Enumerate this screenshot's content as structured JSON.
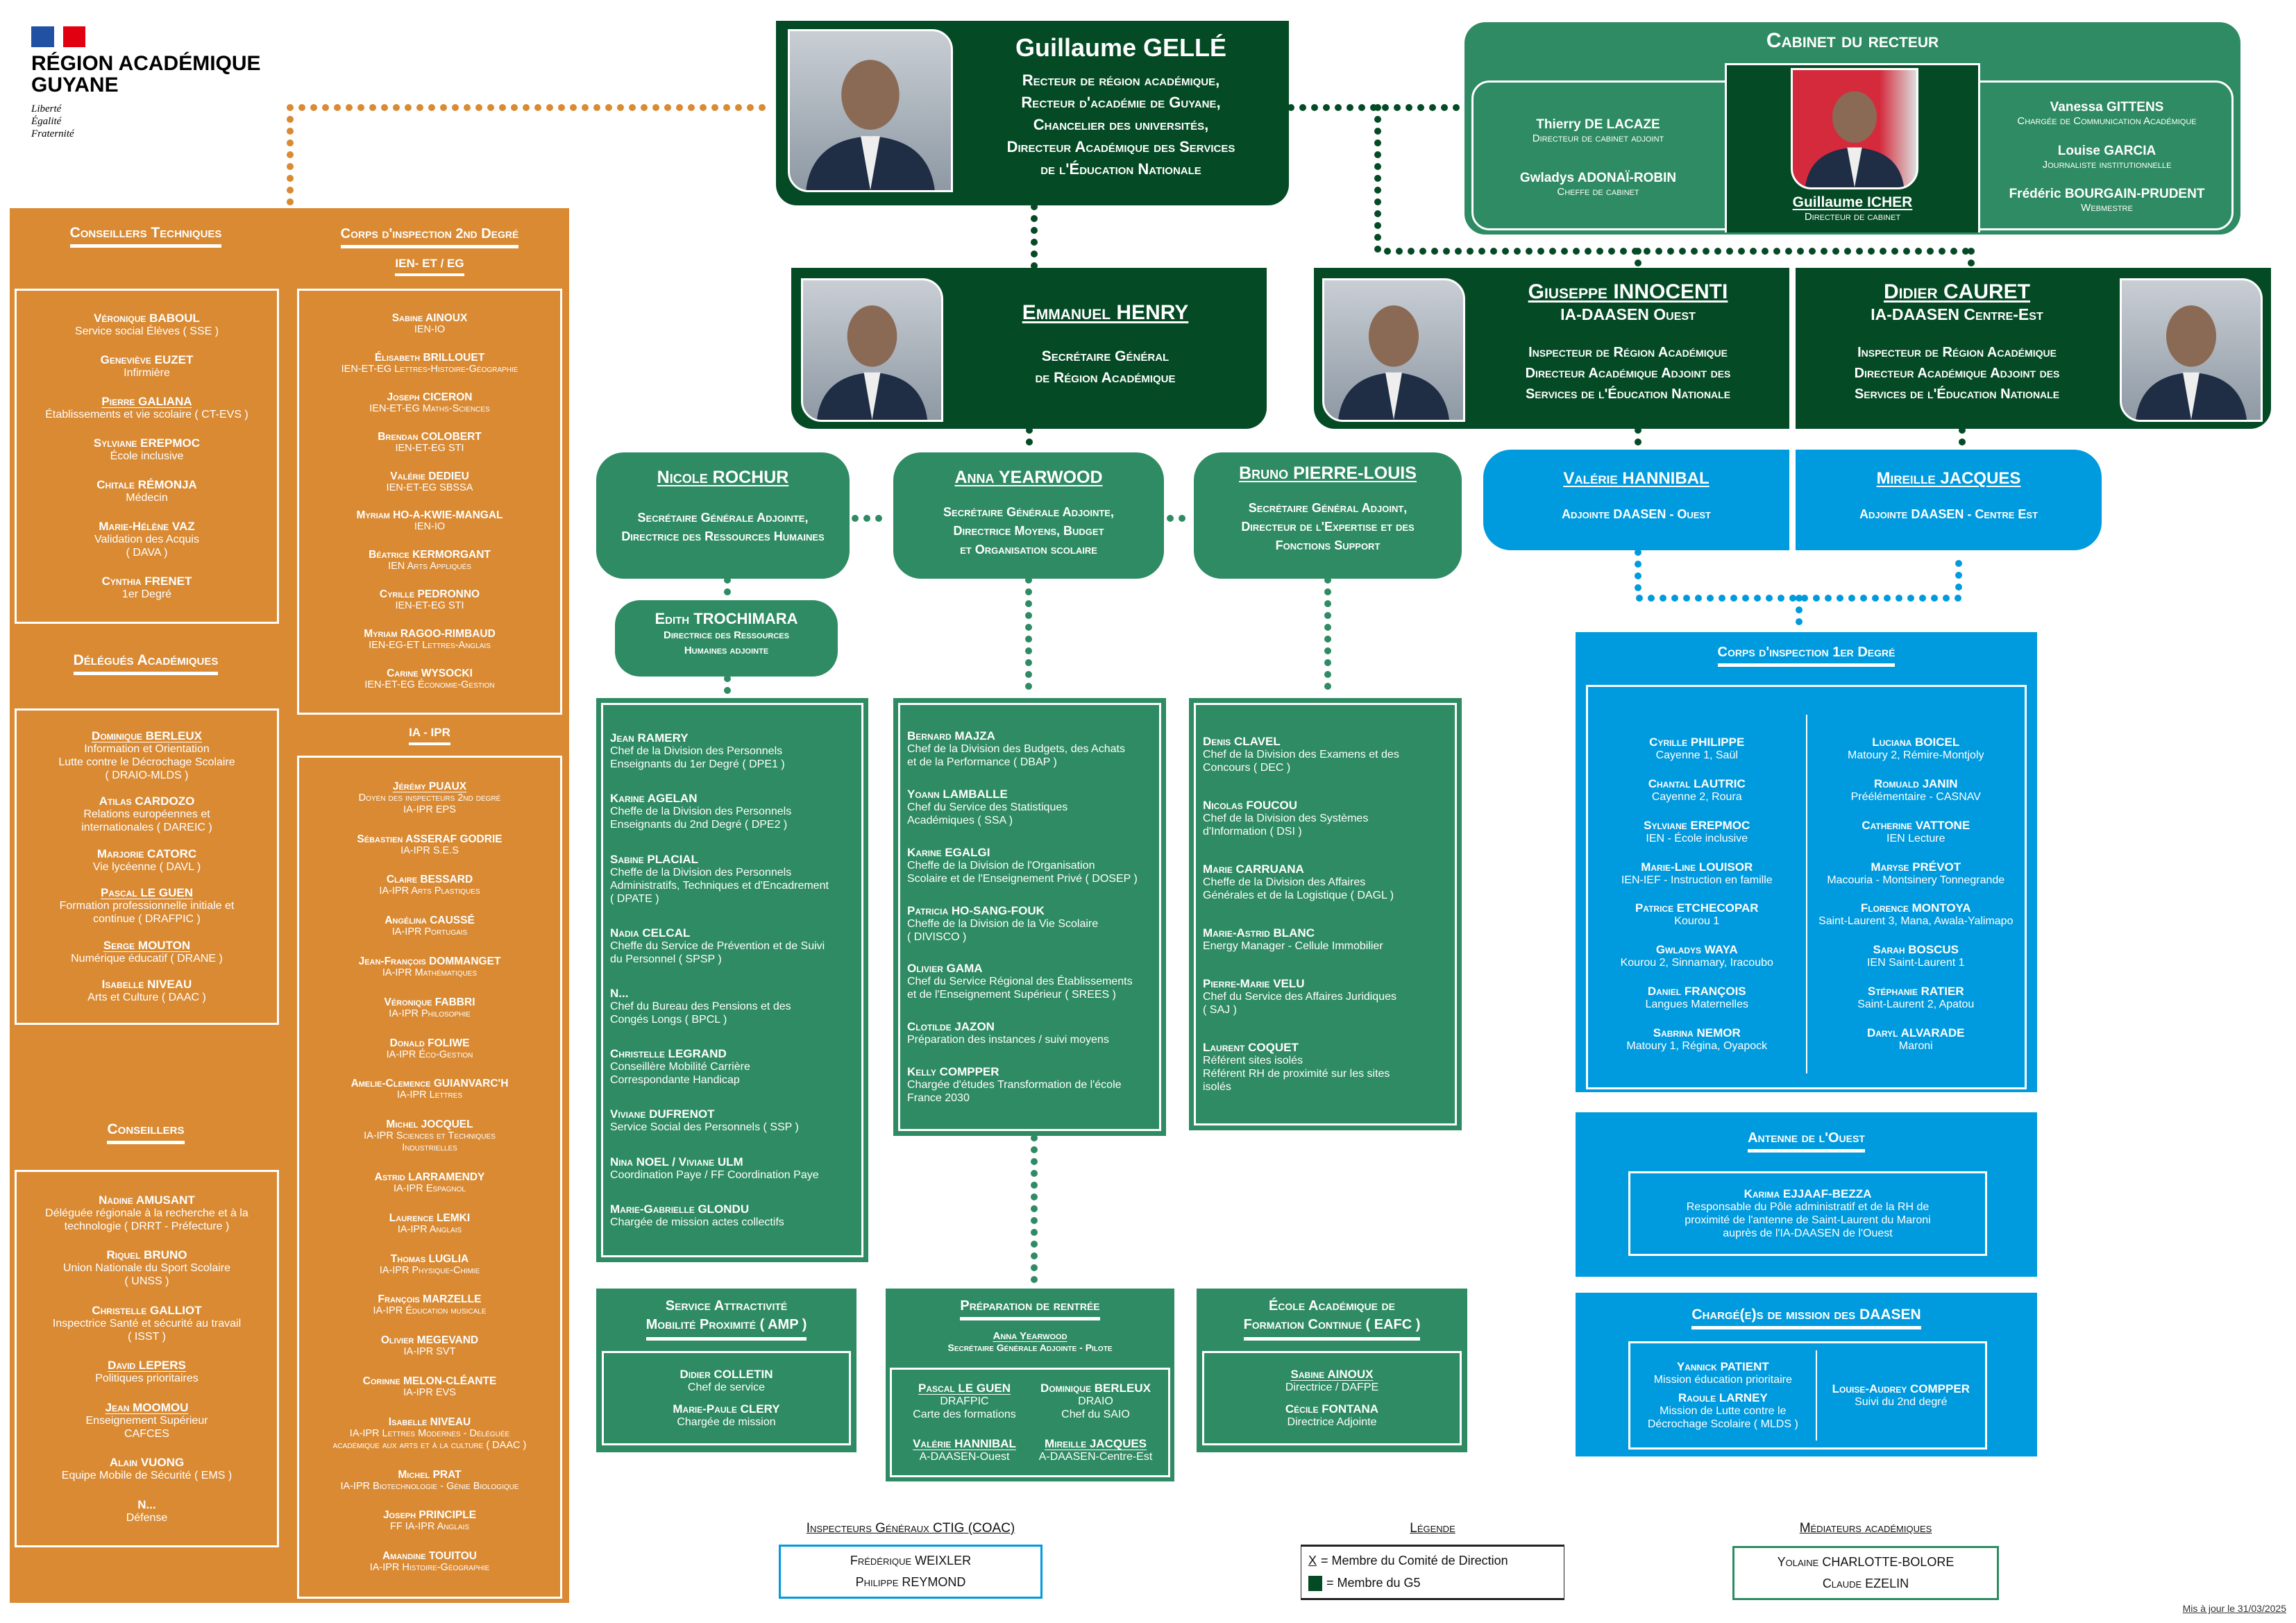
{
  "logo": {
    "line1": "RÉGION ACADÉMIQUE",
    "line2": "GUYANE",
    "motto": [
      "Liberté",
      "Égalité",
      "Fraternité"
    ]
  },
  "colors": {
    "orange": "#D98A33",
    "green": "#2E8B63",
    "dark_green": "#044A25",
    "blue": "#009ADE"
  },
  "recteur": {
    "name": "Guillaume GELLÉ",
    "titles": [
      "Recteur de région académique,",
      "Recteur d'académie de Guyane,",
      "Chancelier des universités,",
      "Directeur Académique des Services",
      "de l'Éducation Nationale"
    ]
  },
  "cabinet": {
    "title": "Cabinet du recteur",
    "left": [
      {
        "name": "Thierry DE LACAZE",
        "role": "Directeur de cabinet adjoint"
      },
      {
        "name": "Gwladys ADONAÏ-ROBIN",
        "role": "Cheffe de cabinet"
      }
    ],
    "center": {
      "name": "Guillaume ICHER",
      "role": "Directeur de cabinet"
    },
    "right": [
      {
        "name": "Vanessa GITTENS",
        "role": "Chargée de Communication Académique"
      },
      {
        "name": "Louise GARCIA",
        "role": "Journaliste institutionnelle"
      },
      {
        "name": "Frédéric BOURGAIN-PRUDENT",
        "role": "Webmestre"
      }
    ]
  },
  "sg": {
    "name": "Emmanuel HENRY",
    "titles": [
      "Secrétaire Général",
      "de Région Académique"
    ]
  },
  "daasen": [
    {
      "name": "Giuseppe INNOCENTI",
      "sub": "IA-DAASEN Ouest",
      "titles": [
        "Inspecteur de Région Académique",
        "Directeur Académique Adjoint des",
        "Services de l'Éducation Nationale"
      ]
    },
    {
      "name": "Didier CAURET",
      "sub": "IA-DAASEN Centre-Est",
      "titles": [
        "Inspecteur de Région Académique",
        "Directeur Académique Adjoint des",
        "Services de l'Éducation Nationale"
      ]
    }
  ],
  "sga": [
    {
      "name": "Nicole ROCHUR",
      "titles": [
        "Secrétaire Générale Adjointe,",
        "Directrice des Ressources Humaines"
      ]
    },
    {
      "name": "Anna YEARWOOD",
      "titles": [
        "Secrétaire Générale Adjointe,",
        "Directrice Moyens, Budget",
        "et Organisation scolaire"
      ]
    },
    {
      "name": "Bruno PIERRE-LOUIS",
      "titles": [
        "Secrétaire Général Adjoint,",
        "Directeur de l'Expertise et des",
        "Fonctions Support"
      ]
    }
  ],
  "drh_adj": {
    "name": "Edith TROCHIMARA",
    "titles": [
      "Directrice des Ressources",
      "Humaines adjointe"
    ]
  },
  "adjointes": [
    {
      "name": "Valérie HANNIBAL",
      "role": "Adjointe DAASEN - Ouest"
    },
    {
      "name": "Mireille JACQUES",
      "role": "Adjointe DAASEN - Centre Est"
    }
  ],
  "lists": {
    "rh": [
      {
        "name": "Jean RAMERY",
        "lines": [
          "Chef de la Division des Personnels",
          "Enseignants du 1er Degré ( DPE1 )"
        ]
      },
      {
        "name": "Karine AGELAN",
        "lines": [
          "Cheffe de la Division des Personnels",
          "Enseignants du 2nd Degré ( DPE2 )"
        ]
      },
      {
        "name": "Sabine PLACIAL",
        "lines": [
          "Cheffe de la Division des Personnels",
          "Administratifs, Techniques et d'Encadrement",
          "( DPATE )"
        ]
      },
      {
        "name": "Nadia CELCAL",
        "lines": [
          "Cheffe du Service de Prévention et de Suivi",
          "du Personnel ( SPSP )"
        ]
      },
      {
        "name": "N...",
        "lines": [
          "Chef du Bureau des Pensions et des",
          "Congés Longs ( BPCL )"
        ]
      },
      {
        "name": "Christelle LEGRAND",
        "lines": [
          "Conseillère Mobilité Carrière",
          "Correspondante Handicap"
        ]
      },
      {
        "name": "Viviane DUFRENOT",
        "lines": [
          "Service Social des Personnels ( SSP )"
        ]
      },
      {
        "name": "Nina NOEL / Viviane ULM",
        "lines": [
          "Coordination Paye / FF Coordination Paye"
        ]
      },
      {
        "name": "Marie-Gabrielle GLONDU",
        "lines": [
          "Chargée de mission actes collectifs"
        ]
      }
    ],
    "moyens": [
      {
        "name": "Bernard MAJZA",
        "lines": [
          "Chef de la Division des Budgets, des Achats",
          "et de la Performance ( DBAP )"
        ]
      },
      {
        "name": "Yoann LAMBALLE",
        "lines": [
          "Chef du Service des Statistiques",
          "Académiques ( SSA )"
        ]
      },
      {
        "name": "Karine EGALGI",
        "lines": [
          "Cheffe de la Division de l'Organisation",
          "Scolaire et de l'Enseignement Privé ( DOSEP )"
        ]
      },
      {
        "name": "Patricia HO-SANG-FOUK",
        "lines": [
          "Cheffe de la Division de la Vie Scolaire",
          "( DIVISCO )"
        ]
      },
      {
        "name": "Olivier GAMA",
        "lines": [
          "Chef du Service Régional des Établissements",
          "et de l'Enseignement Supérieur ( SREES )"
        ]
      },
      {
        "name": "Clotilde JAZON",
        "lines": [
          "Préparation des instances / suivi moyens"
        ]
      },
      {
        "name": "Kelly COMPPER",
        "lines": [
          "Chargée d'études Transformation de l'école",
          "France 2030"
        ]
      }
    ],
    "expertise": [
      {
        "name": "Denis CLAVEL",
        "lines": [
          "Chef de la Division des Examens et des",
          "Concours ( DEC )"
        ]
      },
      {
        "name": "Nicolas FOUCOU",
        "lines": [
          "Chef de la Division des Systèmes",
          "d'Information ( DSI )"
        ]
      },
      {
        "name": "Marie CARRUANA",
        "lines": [
          "Cheffe de la Division des Affaires",
          "Générales et de la Logistique ( DAGL )"
        ]
      },
      {
        "name": "Marie-Astrid BLANC",
        "lines": [
          "Energy Manager - Cellule Immobilier"
        ]
      },
      {
        "name": "Pierre-Marie VELU",
        "lines": [
          "Chef du Service des Affaires Juridiques",
          "( SAJ )"
        ]
      },
      {
        "name": "Laurent COQUET",
        "lines": [
          "Référent sites isolés",
          "Référent RH de proximité sur les sites",
          "isolés"
        ]
      }
    ]
  },
  "amp": {
    "title": [
      "Service Attractivité",
      "Mobilité Proximité ( AMP )"
    ],
    "people": [
      {
        "name": "Didier COLLETIN",
        "lines": [
          "Chef de service"
        ]
      },
      {
        "name": "Marie-Paule CLERY",
        "lines": [
          "Chargée de mission"
        ]
      }
    ]
  },
  "prep": {
    "title": "Préparation de rentrée",
    "pilot_name": "Anna Yearwood",
    "pilot_role": "Secrétaire Générale Adjointe - Pilote",
    "people": [
      {
        "name": "Pascal LE GUEN",
        "lines": [
          "DRAFPIC",
          "Carte des formations"
        ],
        "u": true
      },
      {
        "name": "Dominique BERLEUX",
        "lines": [
          "DRAIO",
          "Chef du SAIO"
        ]
      },
      {
        "name": "Valérie HANNIBAL",
        "lines": [
          "A-DAASEN-Ouest"
        ],
        "u": true
      },
      {
        "name": "Mireille JACQUES",
        "lines": [
          "A-DAASEN-Centre-Est"
        ],
        "u": true
      }
    ]
  },
  "eafc": {
    "title": [
      "École Académique de",
      "Formation Continue ( EAFC )"
    ],
    "people": [
      {
        "name": "Sabine AINOUX",
        "lines": [
          "Directrice / DAFPE"
        ],
        "u": true
      },
      {
        "name": "Cécile FONTANA",
        "lines": [
          "Directrice Adjointe"
        ]
      }
    ]
  },
  "orange": {
    "ct": {
      "title": "Conseillers Techniques",
      "items": [
        {
          "name": "Véronique BABOUL",
          "lines": [
            "Service social Élèves ( SSE )"
          ]
        },
        {
          "name": "Geneviève EUZET",
          "lines": [
            "Infirmière"
          ]
        },
        {
          "name": "Pierre GALIANA",
          "lines": [
            "Établissements et vie scolaire ( CT-EVS )"
          ],
          "u": true
        },
        {
          "name": "Sylviane EREPMOC",
          "lines": [
            "École inclusive"
          ]
        },
        {
          "name": "Chitale RÉMONJA",
          "lines": [
            "Médecin"
          ]
        },
        {
          "name": "Marie-Hélène VAZ",
          "lines": [
            "Validation des Acquis",
            "( DAVA )"
          ]
        },
        {
          "name": "Cynthia FRENET",
          "lines": [
            "1er Degré"
          ]
        }
      ]
    },
    "delegues": {
      "title": "Délégués Académiques",
      "items": [
        {
          "name": "Dominique BERLEUX",
          "lines": [
            "Information et Orientation",
            "Lutte contre le Décrochage Scolaire",
            "( DRAIO-MLDS )"
          ],
          "u": true
        },
        {
          "name": "Atilas CARDOZO",
          "lines": [
            "Relations européennes et",
            "internationales ( DAREIC )"
          ]
        },
        {
          "name": "Marjorie CATORC",
          "lines": [
            "Vie lycéenne ( DAVL )"
          ]
        },
        {
          "name": "Pascal LE GUEN",
          "lines": [
            "Formation professionnelle initiale et",
            "continue ( DRAFPIC )"
          ],
          "u": true
        },
        {
          "name": "Serge MOUTON",
          "lines": [
            "Numérique éducatif ( DRANE )"
          ],
          "u": true
        },
        {
          "name": "Isabelle NIVEAU",
          "lines": [
            "Arts et Culture ( DAAC )"
          ]
        }
      ]
    },
    "conseillers": {
      "title": "Conseillers",
      "items": [
        {
          "name": "Nadine AMUSANT",
          "lines": [
            "Déléguée régionale à la recherche et à la",
            "technologie ( DRRT - Préfecture )"
          ]
        },
        {
          "name": "Riquel BRUNO",
          "lines": [
            "Union Nationale du Sport Scolaire",
            "( UNSS )"
          ]
        },
        {
          "name": "Christelle GALLIOT",
          "lines": [
            "Inspectrice Santé et sécurité au travail",
            "( ISST )"
          ]
        },
        {
          "name": "David LEPERS",
          "lines": [
            "Politiques prioritaires"
          ],
          "u": true
        },
        {
          "name": "Jean MOOMOU",
          "lines": [
            "Enseignement Supérieur",
            "CAFCES"
          ],
          "u": true
        },
        {
          "name": "Alain VUONG",
          "lines": [
            "Equipe Mobile de Sécurité ( EMS )"
          ]
        },
        {
          "name": "N...",
          "lines": [
            "Défense"
          ]
        }
      ]
    },
    "corps2": {
      "title": "Corps d'inspection 2nd Degré",
      "ien_title": "IEN- ET / EG",
      "ipr_title": "IA - IPR",
      "ien": [
        {
          "name": "Sabine AINOUX",
          "lines": [
            "IEN-IO"
          ]
        },
        {
          "name": "Élisabeth BRILLOUET",
          "lines": [
            "IEN-ET-EG Lettres-Histoire-Géographie"
          ]
        },
        {
          "name": "Joseph CICERON",
          "lines": [
            "IEN-ET-EG Maths-Sciences"
          ]
        },
        {
          "name": "Brendan COLOBERT",
          "lines": [
            "IEN-ET-EG STI"
          ]
        },
        {
          "name": "Valérie DEDIEU",
          "lines": [
            "IEN-ET-EG SBSSA"
          ]
        },
        {
          "name": "Myriam HO-A-KWIE-MANGAL",
          "lines": [
            "IEN-IO"
          ]
        },
        {
          "name": "Béatrice KERMORGANT",
          "lines": [
            "IEN Arts Appliqués"
          ]
        },
        {
          "name": "Cyrille PEDRONNO",
          "lines": [
            "IEN-ET-EG STI"
          ]
        },
        {
          "name": "Myriam RAGOO-RIMBAUD",
          "lines": [
            "IEN-EG-ET Lettres-Anglais"
          ]
        },
        {
          "name": "Carine WYSOCKI",
          "lines": [
            "IEN-ET-EG Économie-Gestion"
          ]
        }
      ],
      "ipr": [
        {
          "name": "Jérémy PUAUX",
          "lines": [
            "Doyen des inspecteurs 2nd degré",
            "IA-IPR EPS"
          ],
          "u": true
        },
        {
          "name": "Sébastien ASSERAF GODRIE",
          "lines": [
            "IA-IPR S.E.S"
          ]
        },
        {
          "name": "Claire BESSARD",
          "lines": [
            "IA-IPR Arts Plastiques"
          ]
        },
        {
          "name": "Angélina CAUSSÉ",
          "lines": [
            "IA-IPR Portugais"
          ]
        },
        {
          "name": "Jean-François DOMMANGET",
          "lines": [
            "IA-IPR Mathématiques"
          ]
        },
        {
          "name": "Véronique FABBRI",
          "lines": [
            "IA-IPR Philosophie"
          ]
        },
        {
          "name": "Donald FOLIWE",
          "lines": [
            "IA-IPR Éco-Gestion"
          ]
        },
        {
          "name": "Amelie-Clemence GUIANVARC'H",
          "lines": [
            "IA-IPR Lettres"
          ]
        },
        {
          "name": "Michel JOCQUEL",
          "lines": [
            "IA-IPR Sciences et Techniques",
            "Industrielles"
          ]
        },
        {
          "name": "Astrid LARRAMENDY",
          "lines": [
            "IA-IPR Espagnol"
          ]
        },
        {
          "name": "Laurence LEMKI",
          "lines": [
            "IA-IPR Anglais"
          ]
        },
        {
          "name": "Thomas LUGLIA",
          "lines": [
            "IA-IPR Physique-Chimie"
          ]
        },
        {
          "name": "François MARZELLE",
          "lines": [
            "IA-IPR Éducation musicale"
          ]
        },
        {
          "name": "Olivier MEGEVAND",
          "lines": [
            "IA-IPR SVT"
          ]
        },
        {
          "name": "Corinne MELON-CLÉANTE",
          "lines": [
            "IA-IPR EVS"
          ]
        },
        {
          "name": "Isabelle NIVEAU",
          "lines": [
            "IA-IPR Lettres Modernes - Déléguée",
            "académique aux arts et à la culture ( DAAC )"
          ]
        },
        {
          "name": "Michel PRAT",
          "lines": [
            "IA-IPR Biotechnologie - Génie Biologique"
          ]
        },
        {
          "name": "Joseph PRINCIPLE",
          "lines": [
            "FF IA-IPR Anglais"
          ]
        },
        {
          "name": "Amandine TOUITOU",
          "lines": [
            "IA-IPR Histoire-Géographie"
          ]
        }
      ]
    }
  },
  "blue": {
    "corps1": {
      "title": "Corps d'inspection 1er Degré",
      "left": [
        {
          "name": "Cyrille PHILIPPE",
          "lines": [
            "Cayenne 1, Saül"
          ]
        },
        {
          "name": "Chantal LAUTRIC",
          "lines": [
            "Cayenne 2, Roura"
          ]
        },
        {
          "name": "Sylviane EREPMOC",
          "lines": [
            "IEN - École inclusive"
          ]
        },
        {
          "name": "Marie-Line LOUISOR",
          "lines": [
            "IEN-IEF - Instruction en famille"
          ]
        },
        {
          "name": "Patrice ETCHECOPAR",
          "lines": [
            "Kourou 1"
          ]
        },
        {
          "name": "Gwladys WAYA",
          "lines": [
            "Kourou 2, Sinnamary, Iracoubo"
          ]
        },
        {
          "name": "Daniel FRANÇOIS",
          "lines": [
            "Langues Maternelles"
          ]
        },
        {
          "name": "Sabrina NEMOR",
          "lines": [
            "Matoury 1, Régina, Oyapock"
          ]
        }
      ],
      "right": [
        {
          "name": "Luciana BOICEL",
          "lines": [
            "Matoury 2, Rémire-Montjoly"
          ]
        },
        {
          "name": "Romuald JANIN",
          "lines": [
            "Préélémentaire - CASNAV"
          ]
        },
        {
          "name": "Catherine VATTONE",
          "lines": [
            "IEN Lecture"
          ]
        },
        {
          "name": "Maryse PRÉVOT",
          "lines": [
            "Macouria - Montsinery Tonnegrande"
          ]
        },
        {
          "name": "Florence MONTOYA",
          "lines": [
            "Saint-Laurent 3, Mana, Awala-Yalimapo"
          ]
        },
        {
          "name": "Sarah BOSCUS",
          "lines": [
            "IEN Saint-Laurent 1"
          ]
        },
        {
          "name": "Stéphanie RATIER",
          "lines": [
            "Saint-Laurent 2, Apatou"
          ]
        },
        {
          "name": "Daryl ALVARADE",
          "lines": [
            "Maroni"
          ]
        }
      ]
    },
    "antenne": {
      "title": "Antenne de l'Ouest",
      "people": [
        {
          "name": "Karima EJJAAF-BEZZA",
          "lines": [
            "Responsable du Pôle administratif et de la RH de",
            "proximité de l'antenne de Saint-Laurent du Maroni",
            "auprès de l'IA-DAASEN de l'Ouest"
          ]
        }
      ]
    },
    "charges": {
      "title": "Chargé(e)s de mission des DAASEN",
      "left": [
        {
          "name": "Yannick PATIENT",
          "lines": [
            "Mission éducation prioritaire"
          ]
        },
        {
          "name": "Raoule LARNEY",
          "lines": [
            "Mission de Lutte contre le",
            "Décrochage Scolaire ( MLDS )"
          ]
        }
      ],
      "right": [
        {
          "name": "Louise-Audrey COMPPER",
          "lines": [
            "Suivi du 2nd degré"
          ]
        }
      ]
    }
  },
  "footer": {
    "igen_title": "Inspecteurs Généraux CTIG (COAC)",
    "igen": [
      "Frédérique WEIXLER",
      "Philippe REYMOND"
    ],
    "legend_title": "Légende",
    "legend_x_symbol": "X",
    "legend_x": "= Membre du Comité de Direction",
    "legend_g5": "= Membre du G5",
    "med_title": "Médiateurs académiques",
    "med": [
      "Yolaine CHARLOTTE-BOLORE",
      "Claude EZELIN"
    ],
    "updated": "Mis à jour le 31/03/2025"
  }
}
